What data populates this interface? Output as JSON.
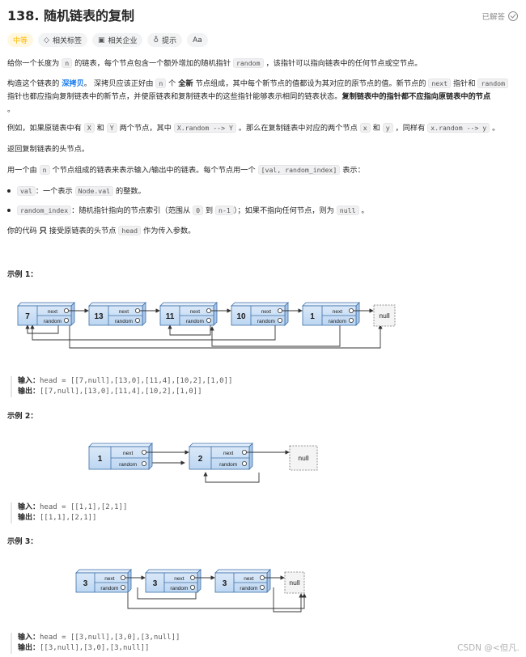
{
  "problem": {
    "title": "138. 随机链表的复制",
    "status": "已解答"
  },
  "tags": [
    {
      "label": "中等"
    },
    {
      "label": "相关标签"
    },
    {
      "label": "相关企业"
    },
    {
      "label": "提示"
    },
    {
      "label": "Aa"
    }
  ],
  "desc": {
    "p1a": "给你一个长度为 ",
    "p1n": "n",
    "p1b": " 的链表，每个节点包含一个额外增加的随机指针 ",
    "p1random": "random",
    "p1c": " ，该指针可以指向链表中的任何节点或空节点。",
    "p2a": "构造这个链表的 ",
    "p2deep": "深拷贝",
    "p2b": "。 深拷贝应该正好由 ",
    "p2n": "n",
    "p2c": " 个 ",
    "p2new": "全新",
    "p2d": " 节点组成，其中每个新节点的值都设为其对应的原节点的值。新节点的 ",
    "p2next": "next",
    "p2e": " 指针和 ",
    "p2random": "random",
    "p2f": "指针也都应指向复制链表中的新节点，并使原链表和复制链表中的这些指针能够表示相同的链表状态。",
    "p2bold": "复制链表中的指针都不应指向原链表中的节点",
    "p2g": "。",
    "p3a": "例如，如果原链表中有 ",
    "p3X": "X",
    "p3b": " 和 ",
    "p3Y": "Y",
    "p3c": " 两个节点，其中 ",
    "p3xr": "X.random --> Y",
    "p3d": " 。那么在复制链表中对应的两个节点 ",
    "p3x": "x",
    "p3e": " 和 ",
    "p3y": "y",
    "p3f": " ，同样有 ",
    "p3yr": "x.random --> y",
    "p3g": " 。",
    "p4": "返回复制链表的头节点。",
    "p5a": "用一个由 ",
    "p5n": "n",
    "p5b": " 个节点组成的链表来表示输入/输出中的链表。每个节点用一个 ",
    "p5pair": "[val, random_index]",
    "p5c": " 表示：",
    "b1code": "val",
    "b1a": "：一个表示 ",
    "b1nv": "Node.val",
    "b1b": " 的整数。",
    "b2code": "random_index",
    "b2a": "：随机指针指向的节点索引（范围从 ",
    "b2zero": "0",
    "b2to": " 到 ",
    "b2n1": "n-1",
    "b2b": "）；如果不指向任何节点，则为 ",
    "b2null": "null",
    "b2c": " 。",
    "p6a": "你的代码 ",
    "p6only": "只",
    "p6b": " 接受原链表的头节点 ",
    "p6head": "head",
    "p6c": " 作为传入参数。"
  },
  "examples": [
    {
      "title": "示例 1：",
      "input_label": "输入：",
      "input": "head = [[7,null],[13,0],[11,4],[10,2],[1,0]]",
      "output_label": "输出：",
      "output": "[[7,null],[13,0],[11,4],[10,2],[1,0]]",
      "nodes": [
        "7",
        "13",
        "11",
        "10",
        "1"
      ]
    },
    {
      "title": "示例 2：",
      "input_label": "输入：",
      "input": "head = [[1,1],[2,1]]",
      "output_label": "输出：",
      "output": "[[1,1],[2,1]]",
      "nodes": [
        "1",
        "2"
      ]
    },
    {
      "title": "示例 3：",
      "input_label": "输入：",
      "input": "head = [[3,null],[3,0],[3,null]]",
      "output_label": "输出：",
      "output": "[[3,null],[3,0],[3,null]]",
      "nodes": [
        "3",
        "3",
        "3"
      ]
    }
  ],
  "diagram": {
    "next": "next",
    "random": "random",
    "null": "null"
  },
  "watermark": "CSDN @<但凡.",
  "colors": {
    "node_fill": "#cfe2f6",
    "node_stroke": "#3d6fa8",
    "difficulty": "#ffb800",
    "link": "#1a7df0"
  }
}
